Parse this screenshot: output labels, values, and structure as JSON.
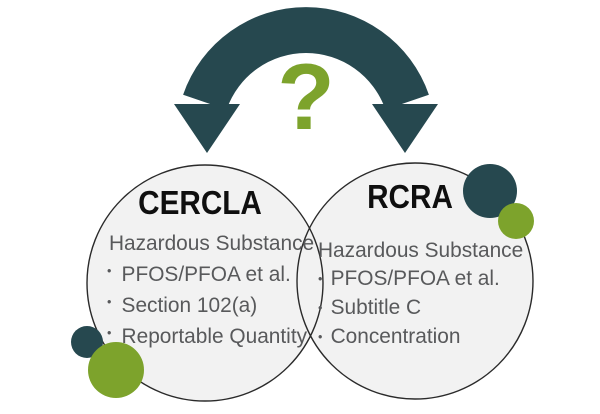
{
  "diagram": {
    "question_mark": "?",
    "bullet": "•",
    "colors": {
      "teal": "#26484f",
      "olive": "#7da32c",
      "circle_fill": "#f2f2f2",
      "circle_stroke": "#2a2a2a",
      "title_color": "#0f0f0f",
      "body_text": "#58595b"
    },
    "left_circle": {
      "title": "CERCLA",
      "subtitle": "Hazardous Substance",
      "items": [
        "PFOS/PFOA et al.",
        "Section 102(a)",
        "Reportable Quantity"
      ]
    },
    "right_circle": {
      "title": "RCRA",
      "subtitle": "Hazardous Substance",
      "items": [
        "PFOS/PFOA et al.",
        "Subtitle C",
        "Concentration"
      ]
    }
  }
}
